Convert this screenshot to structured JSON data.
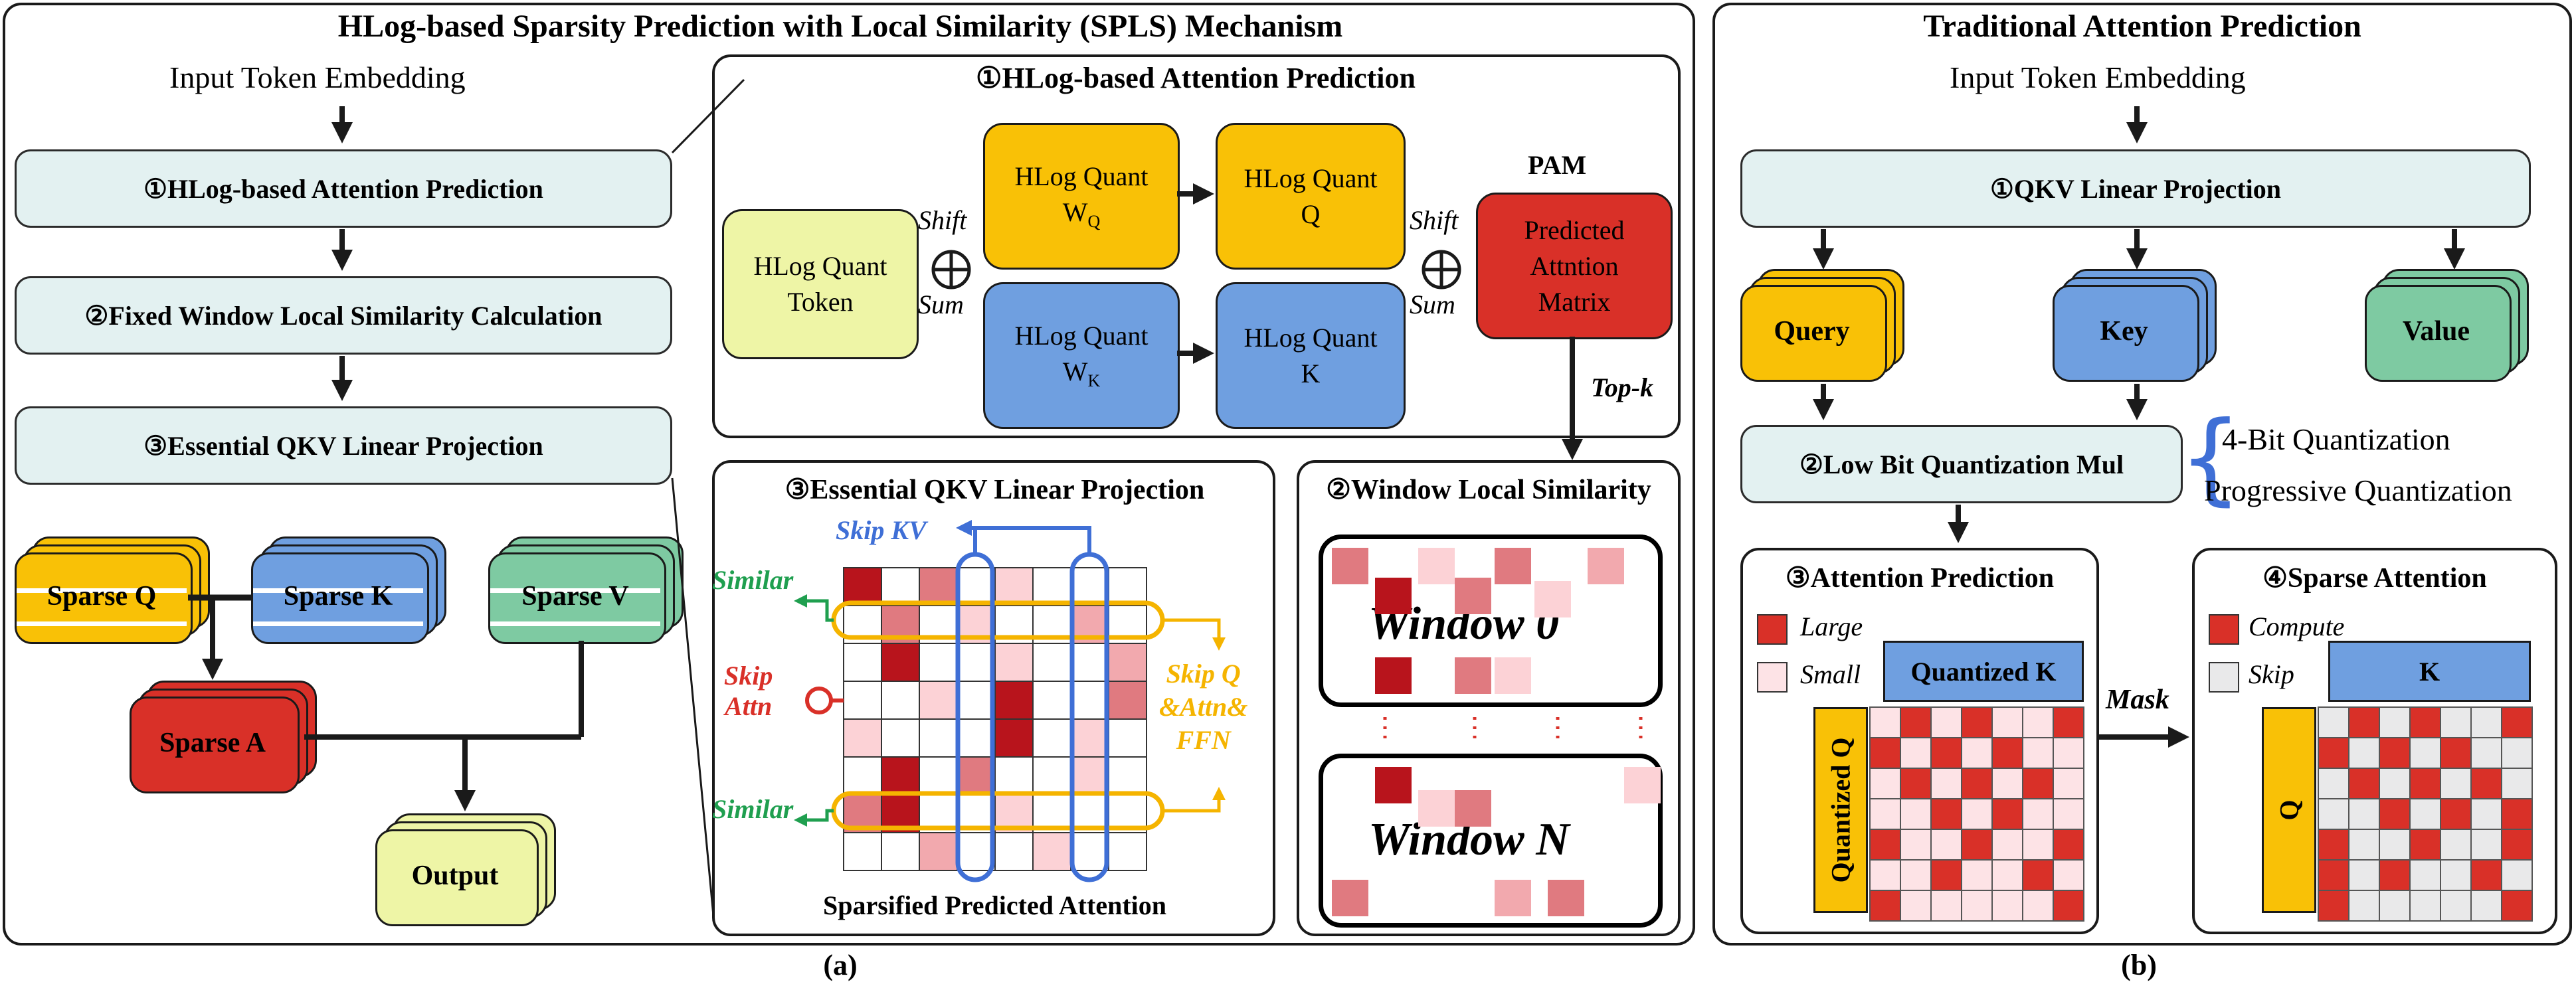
{
  "left": {
    "title": "HLog-based Sparsity Prediction with Local Similarity (SPLS) Mechanism",
    "input": "Input Token Embedding",
    "steps": [
      "①HLog-based Attention Prediction",
      "②Fixed Window Local Similarity Calculation",
      "③Essential QKV Linear Projection"
    ],
    "sparse_q": "Sparse Q",
    "sparse_k": "Sparse K",
    "sparse_v": "Sparse V",
    "sparse_a": "Sparse A",
    "output": "Output",
    "caption": "(a)"
  },
  "hlog": {
    "title": "①HLog-based Attention Prediction",
    "token_l1": "HLog Quant",
    "token_l2": "Token",
    "wq_l1": "HLog Quant",
    "wq_l2": "W",
    "wq_sub": "Q",
    "q_l1": "HLog Quant",
    "q_l2": "Q",
    "wk_l1": "HLog Quant",
    "wk_l2": "W",
    "wk_sub": "K",
    "k_l1": "HLog Quant",
    "k_l2": "K",
    "shift": "Shift",
    "sum": "Sum",
    "pam": "PAM",
    "pam_l1": "Predicted",
    "pam_l2": "Attntion",
    "pam_l3": "Matrix",
    "topk": "Top-k"
  },
  "essential": {
    "title": "③Essential  QKV Linear Projection",
    "skip_kv": "Skip KV",
    "similar": "Similar",
    "skip": "Skip",
    "attn": "Attn",
    "skip_q1": "Skip Q",
    "skip_q2": "&Attn&",
    "skip_q3": "FFN",
    "caption": "Sparsified Predicted Attention"
  },
  "window": {
    "title": "②Window Local Similarity",
    "w0": "Window 0",
    "wn": "Window N"
  },
  "right": {
    "title": "Traditional Attention Prediction",
    "input": "Input Token Embedding",
    "qkv": "①QKV Linear Projection",
    "query": "Query",
    "key": "Key",
    "value": "Value",
    "lowbit": "②Low Bit Quantization Mul",
    "note1": "4-Bit Quantization",
    "note2": "Progressive Quantization",
    "caption": "(b)"
  },
  "attn_pred": {
    "title": "③Attention Prediction",
    "large": "Large",
    "small": "Small",
    "qk": "Quantized K",
    "qq": "Quantized Q"
  },
  "mask": "Mask",
  "sparse_attn": {
    "title": "④Sparse Attention",
    "compute": "Compute",
    "skip": "Skip",
    "k": "K",
    "q": "Q"
  },
  "colors": {
    "yellow": "#f9c106",
    "blue": "#6f9fe0",
    "green": "#7ecaa2",
    "red": "#d93028",
    "lime": "#eef5a6",
    "teal_bar": "#e3f1f1",
    "dark_red": "#b8141c",
    "skip_blue": "#3f6fd6",
    "similar_green": "#1f9f4f",
    "skip_orange": "#f5b400"
  }
}
